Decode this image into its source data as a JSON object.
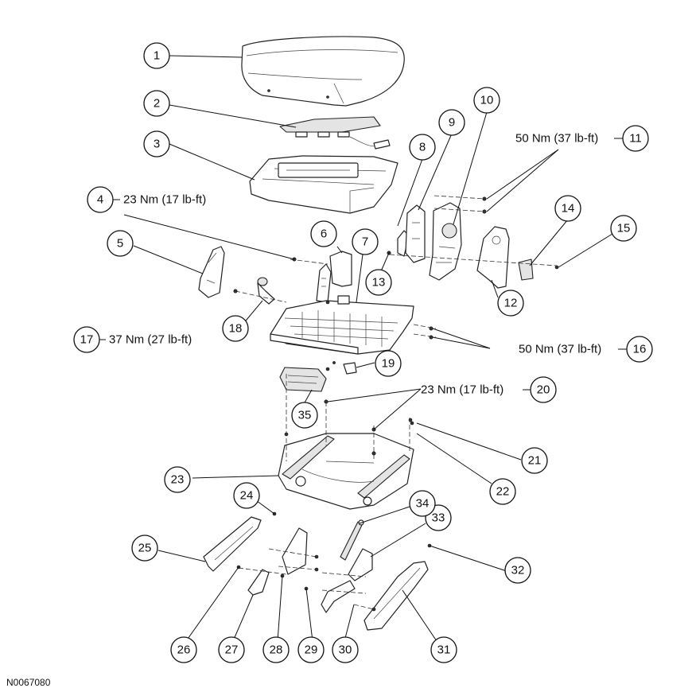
{
  "diagram": {
    "reference_code": "N0067080",
    "callouts": [
      {
        "id": "1",
        "label": "1"
      },
      {
        "id": "2",
        "label": "2"
      },
      {
        "id": "3",
        "label": "3"
      },
      {
        "id": "4",
        "label": "4"
      },
      {
        "id": "5",
        "label": "5"
      },
      {
        "id": "6",
        "label": "6"
      },
      {
        "id": "7",
        "label": "7"
      },
      {
        "id": "8",
        "label": "8"
      },
      {
        "id": "9",
        "label": "9"
      },
      {
        "id": "10",
        "label": "10"
      },
      {
        "id": "11",
        "label": "11"
      },
      {
        "id": "12",
        "label": "12"
      },
      {
        "id": "13",
        "label": "13"
      },
      {
        "id": "14",
        "label": "14"
      },
      {
        "id": "15",
        "label": "15"
      },
      {
        "id": "16",
        "label": "16"
      },
      {
        "id": "17",
        "label": "17"
      },
      {
        "id": "18",
        "label": "18"
      },
      {
        "id": "19",
        "label": "19"
      },
      {
        "id": "20",
        "label": "20"
      },
      {
        "id": "21",
        "label": "21"
      },
      {
        "id": "22",
        "label": "22"
      },
      {
        "id": "23",
        "label": "23"
      },
      {
        "id": "24",
        "label": "24"
      },
      {
        "id": "25",
        "label": "25"
      },
      {
        "id": "26",
        "label": "26"
      },
      {
        "id": "27",
        "label": "27"
      },
      {
        "id": "28",
        "label": "28"
      },
      {
        "id": "29",
        "label": "29"
      },
      {
        "id": "30",
        "label": "30"
      },
      {
        "id": "31",
        "label": "31"
      },
      {
        "id": "32",
        "label": "32"
      },
      {
        "id": "33",
        "label": "33"
      },
      {
        "id": "34",
        "label": "34"
      },
      {
        "id": "35",
        "label": "35"
      }
    ],
    "torque_specs": {
      "item_4": "23 Nm (17 lb-ft)",
      "item_11": "50 Nm (37 lb-ft)",
      "item_16": "50 Nm (37 lb-ft)",
      "item_17": "37 Nm (27 lb-ft)",
      "item_20": "23 Nm (17 lb-ft)"
    }
  }
}
